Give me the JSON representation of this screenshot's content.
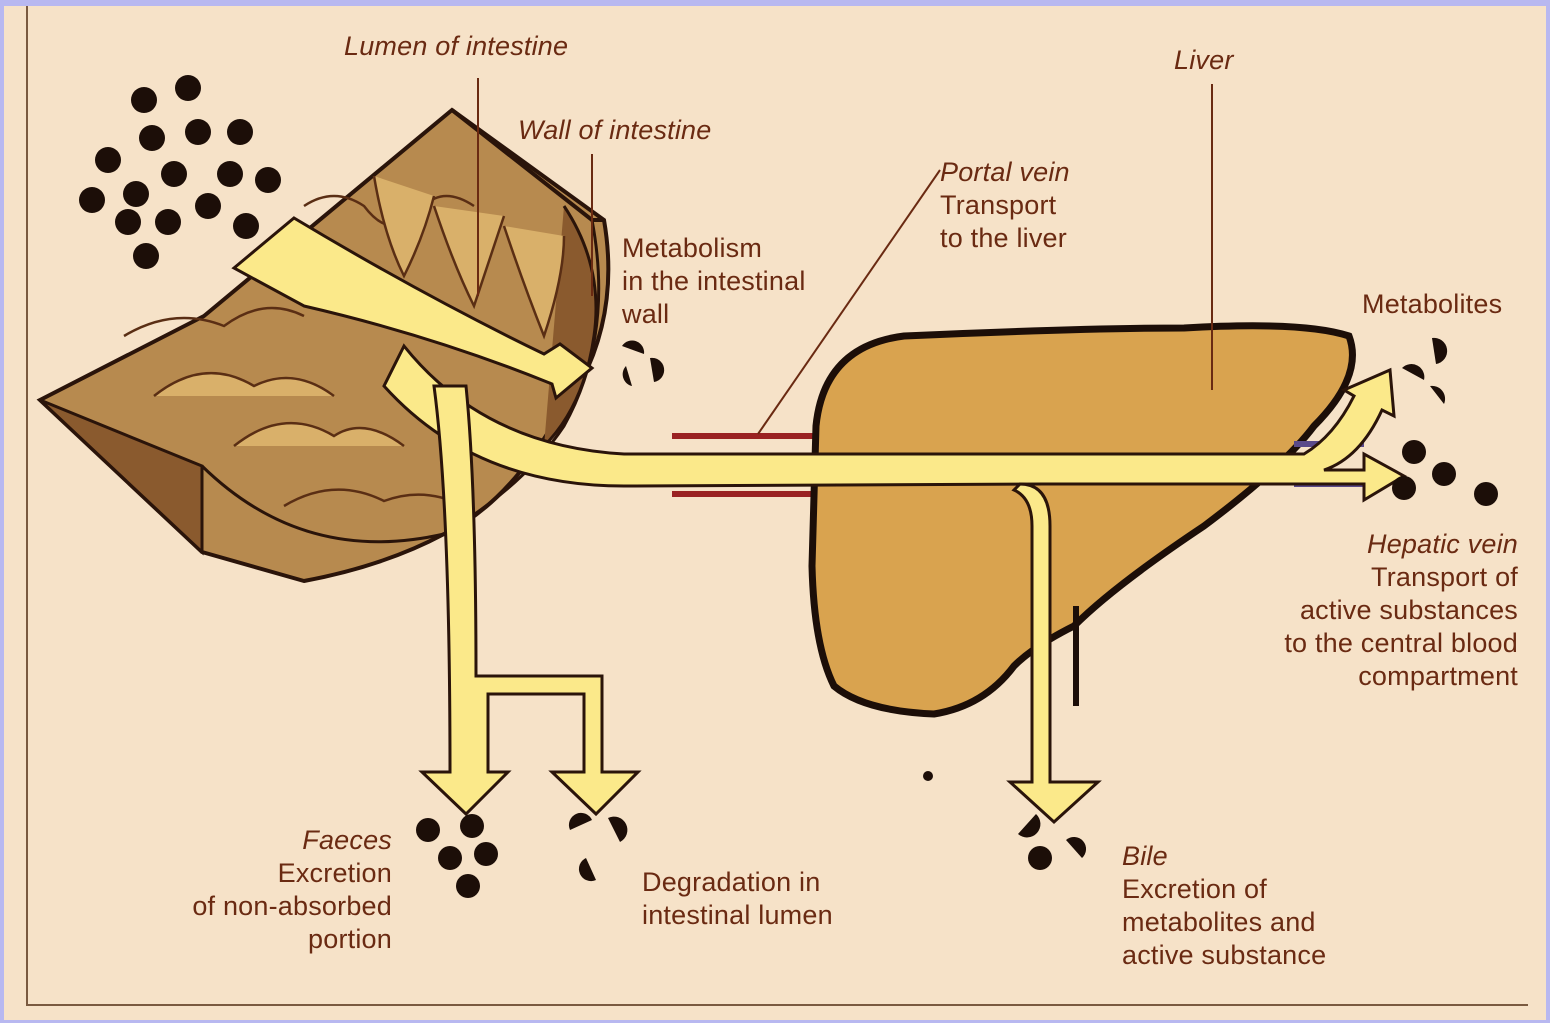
{
  "labels": {
    "lumen": "Lumen of intestine",
    "wall": "Wall of intestine",
    "metabolism": [
      "Metabolism",
      "in the intestinal",
      "wall"
    ],
    "portal_title": "Portal vein",
    "portal_desc": [
      "Transport",
      "to the liver"
    ],
    "liver": "Liver",
    "metabolites": "Metabolites",
    "hepatic_title": "Hepatic vein",
    "hepatic_desc": [
      "Transport of",
      "active substances",
      "to the central blood",
      "compartment"
    ],
    "faeces_title": "Faeces",
    "faeces_desc": [
      "Excretion",
      "of non-absorbed",
      "portion"
    ],
    "degradation": [
      "Degradation in",
      "intestinal lumen"
    ],
    "bile_title": "Bile",
    "bile_desc": [
      "Excretion of",
      "metabolites and",
      "active substance"
    ]
  },
  "colors": {
    "background": "#f6e2c8",
    "text": "#6a2a12",
    "arrow_fill": "#fbe98a",
    "liver": "#d9a34f",
    "intestine_light": "#c89a55",
    "intestine_dark": "#8a5a2e",
    "outline": "#2a140a",
    "vein_red": "#9a2222",
    "vein_purple": "#5a4a8a",
    "dots": "#1c0e08"
  }
}
